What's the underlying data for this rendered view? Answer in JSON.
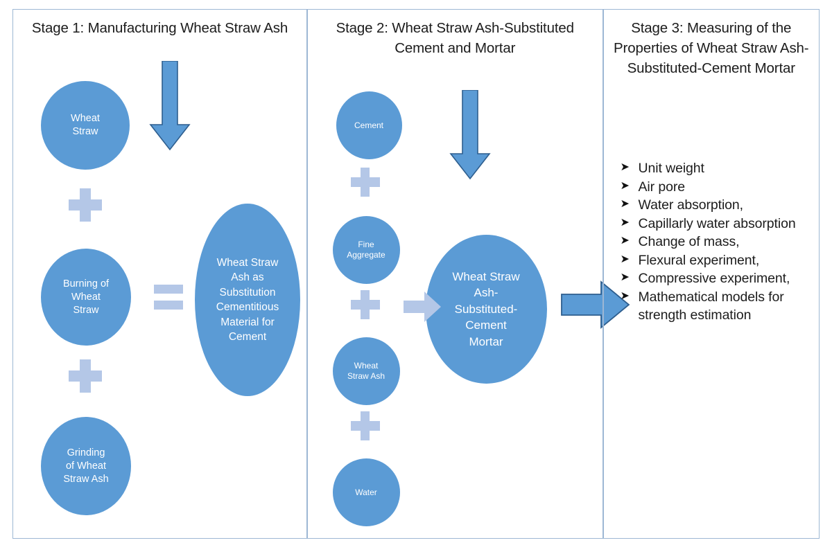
{
  "diagram": {
    "columns": [
      {
        "id": "stage-1",
        "title": "Stage 1: Manufacturing Wheat Straw Ash",
        "nodes": [
          {
            "id": "wheat-straw",
            "label": "Wheat\nStraw"
          },
          {
            "id": "burning-of-wheat-straw",
            "label": "Burning of\nWheat\nStraw"
          },
          {
            "id": "grinding-of-wheat-straw-ash",
            "label": "Grinding\nof Wheat\nStraw Ash"
          },
          {
            "id": "wsa-substitution",
            "label": "Wheat Straw\nAsh as\nSubstitution\nCementitious\nMaterial for\nCement"
          }
        ],
        "operators": [
          "plus",
          "plus",
          "equals"
        ],
        "arrow": "arrow-down-icon"
      },
      {
        "id": "stage-2",
        "title": "Stage 2: Wheat Straw Ash-Substituted Cement and Mortar",
        "nodes": [
          {
            "id": "cement",
            "label": "Cement"
          },
          {
            "id": "fine-aggregate",
            "label": "Fine\nAggregate"
          },
          {
            "id": "wheat-straw-ash",
            "label": "Wheat\nStraw Ash"
          },
          {
            "id": "water",
            "label": "Water"
          },
          {
            "id": "wsa-substituted-cement-mortar",
            "label": "Wheat Straw\nAsh-\nSubstituted-\nCement\nMortar"
          }
        ],
        "operators": [
          "plus",
          "plus",
          "plus"
        ],
        "arrows": [
          "arrow-down-icon",
          "arrow-right-icon",
          "arrow-right-icon"
        ]
      },
      {
        "id": "stage-3",
        "title": "Stage 3: Measuring of the Properties of Wheat Straw Ash-Substituted-Cement Mortar",
        "properties": [
          "Unit weight",
          "Air pore",
          "Water absorption,",
          "Capillarly water absorption",
          "Change of mass,",
          "Flexural experiment,",
          "Compressive experiment,",
          "Mathematical models for strength estimation"
        ],
        "bullet_glyph": "➤"
      }
    ],
    "colors": {
      "node_fill": "#5B9BD5",
      "operator_fill": "#B4C7E7",
      "arrow_fill": "#5B9BD5",
      "arrow_stroke": "#2E5E8E",
      "small_arrow_fill": "#B4C7E7",
      "frame_border": "#9DB7D4",
      "title_text": "#1c1c1c",
      "node_text": "#ffffff"
    }
  }
}
